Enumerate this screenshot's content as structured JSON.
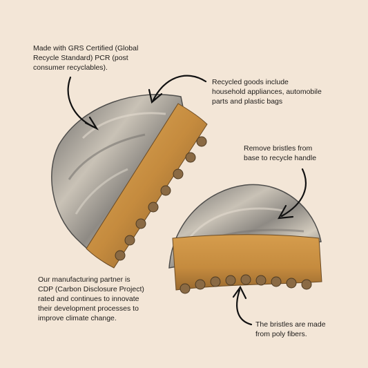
{
  "notes": {
    "grs": "Made with GRS Certified (Global\nRecycle Standard) PCR (post\nconsumer recyclables).",
    "goods": "Recycled goods include\nhousehold appliances, automobile\nparts and plastic bags",
    "remove": "Remove bristles from\nbase to recycle handle",
    "cdp": "Our manufacturing partner is\nCDP (Carbon Disclosure Project)\nrated and continues to innovate\ntheir development processes to\nimprove climate change.",
    "fibers": "The bristles are made\nfrom poly fibers."
  },
  "colors": {
    "background": "#f3e6d7",
    "handle_dark": "#5f5e5c",
    "handle_light": "#b9b3a8",
    "bristle": "#c58b3e",
    "bristle_dark": "#6a4a24",
    "arrow": "#111111"
  }
}
